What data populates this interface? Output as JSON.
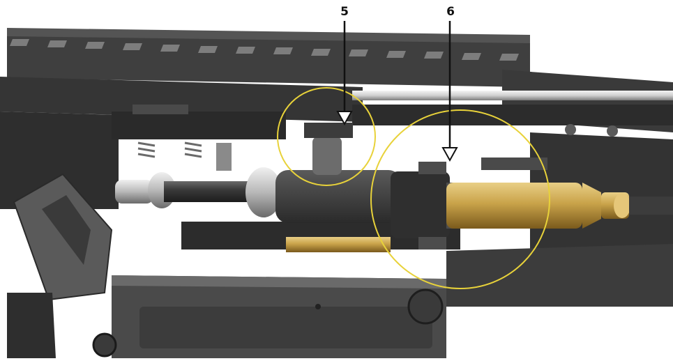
{
  "callouts": [
    {
      "id": "5",
      "label": "5"
    },
    {
      "id": "6",
      "label": "6"
    }
  ],
  "colors": {
    "highlight_circle": "#e8d23a",
    "brass": "#c9a34a",
    "dark_metal": "#2b2b2b",
    "mid_metal": "#4a4a4a",
    "light_metal": "#8e8e8e",
    "background": "#ffffff"
  }
}
